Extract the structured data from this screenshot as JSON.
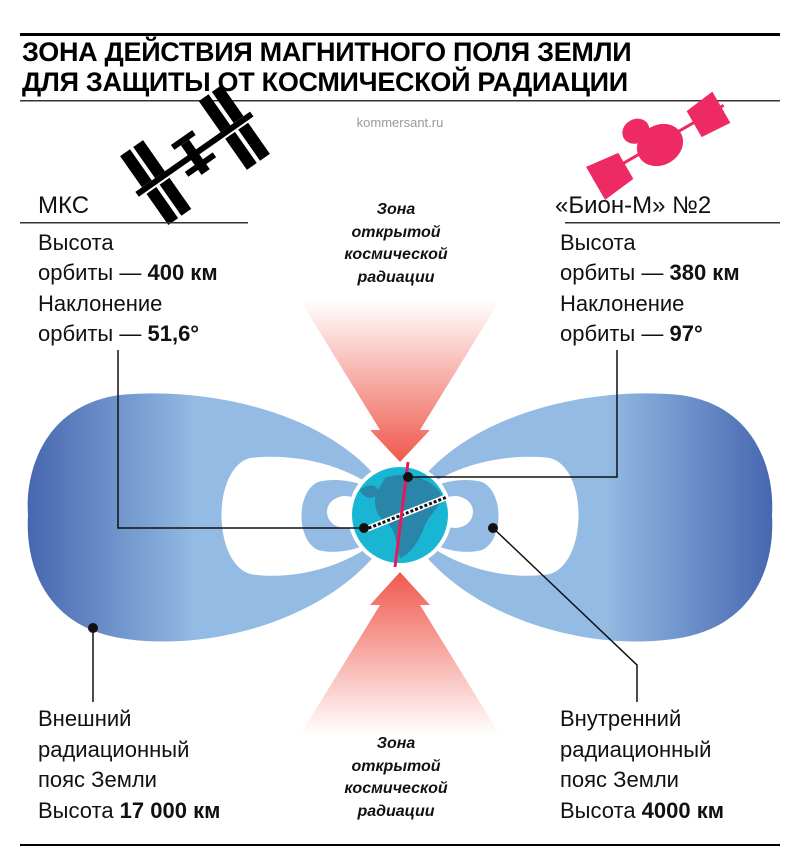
{
  "title": {
    "line1": "ЗОНА ДЕЙСТВИЯ МАГНИТНОГО ПОЛЯ ЗЕМЛИ",
    "line2": "ДЛЯ ЗАЩИТЫ ОТ КОСМИЧЕСКОЙ РАДИАЦИИ"
  },
  "source": "kommersant.ru",
  "iss": {
    "name": "МКС",
    "line1": "Высота",
    "line2_prefix": "орбиты — ",
    "altitude": "400 км",
    "line3": "Наклонение",
    "line4_prefix": "орбиты — ",
    "inclination": "51,6°"
  },
  "bion": {
    "name": "«Бион-М» №2",
    "line1": "Высота",
    "line2_prefix": "орбиты — ",
    "altitude": "380 км",
    "line3": "Наклонение",
    "line4_prefix": "орбиты — ",
    "inclination": "97°"
  },
  "zone_top": [
    "Зона",
    "открытой",
    "космической",
    "радиации"
  ],
  "zone_bottom": [
    "Зона",
    "открытой",
    "космической",
    "радиации"
  ],
  "outer_belt": {
    "line1": "Внешний",
    "line2": "радиационный",
    "line3": "пояс Земли",
    "line4_prefix": "Высота ",
    "altitude": "17 000 км"
  },
  "inner_belt": {
    "line1": "Внутренний",
    "line2": "радиационный",
    "line3": "пояс Земли",
    "line4_prefix": "Высота ",
    "altitude": "4000 км"
  },
  "colors": {
    "belt_light": "#93bbe3",
    "belt_dark": "#4767b0",
    "radiation_red": "#f0584c",
    "globe": "#19b6d4",
    "globe_land": "#2a86a8",
    "axis": "#e8195a",
    "satellite_pink": "#ee2a64"
  }
}
